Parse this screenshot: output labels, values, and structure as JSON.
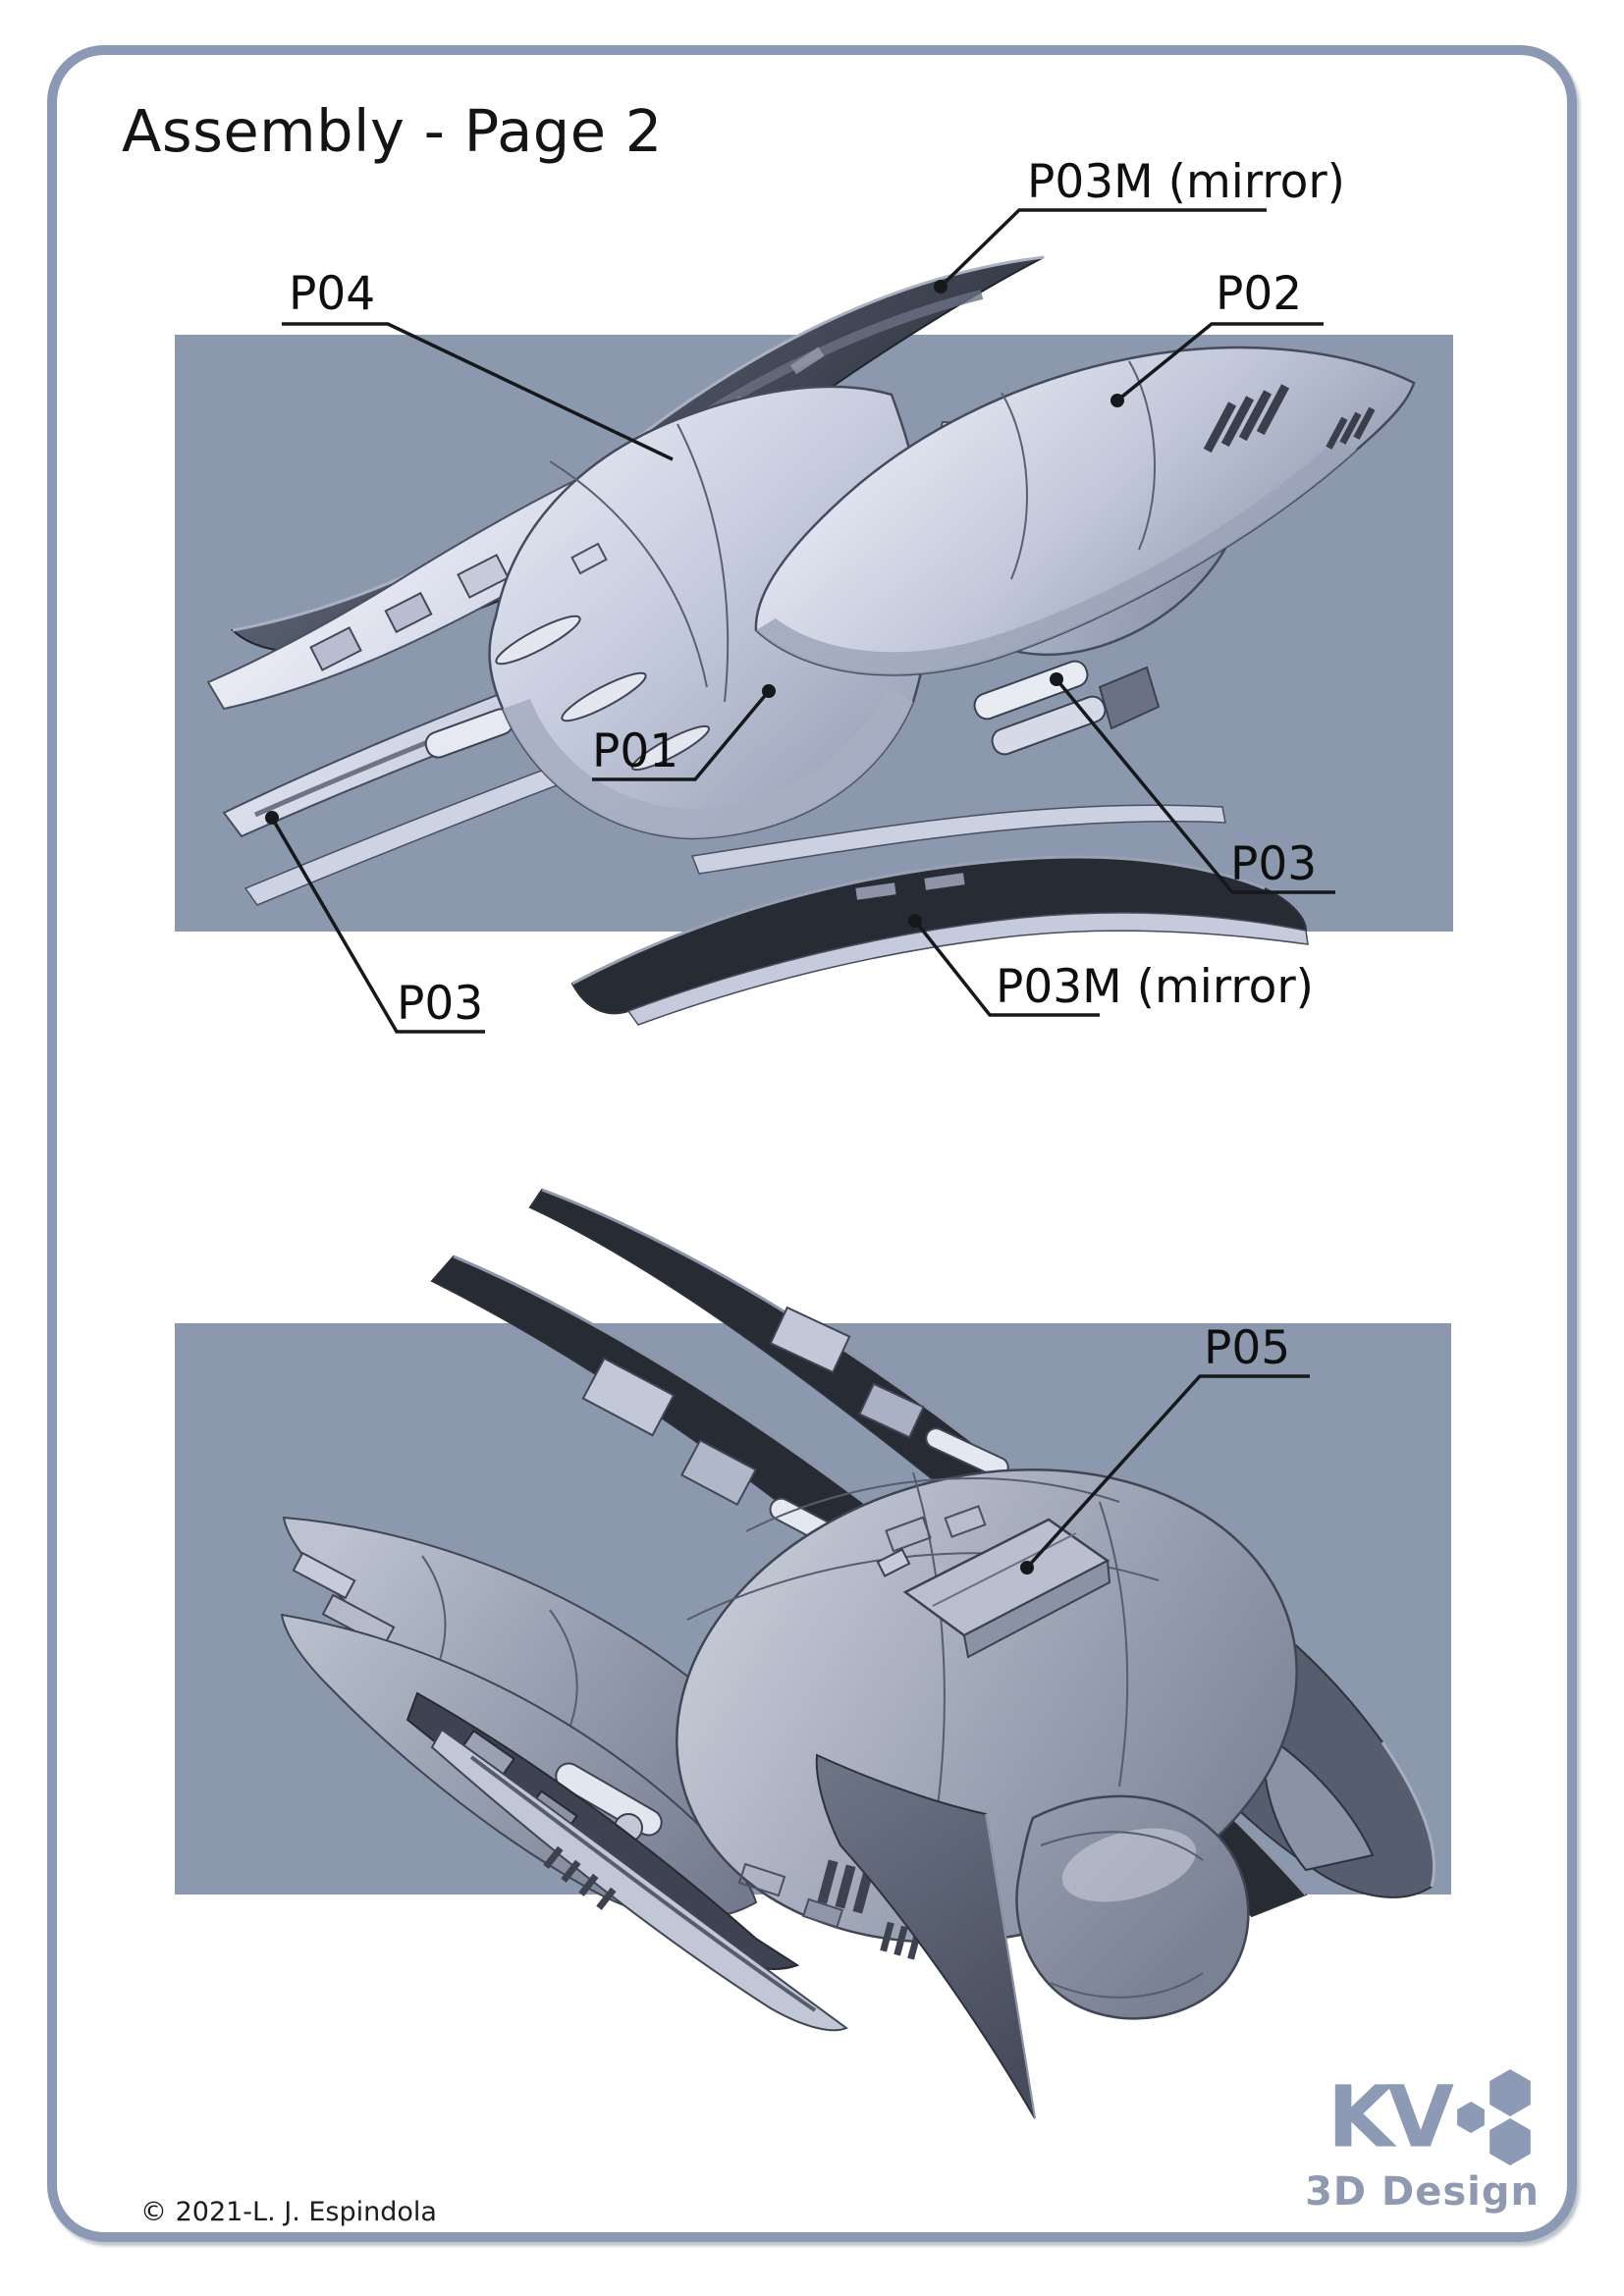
{
  "page": {
    "title": "Assembly - Page 2",
    "copyright": "© 2021-L. J. Espindola"
  },
  "logo": {
    "brand": "KV",
    "subtitle": "3D Design"
  },
  "colors": {
    "frame_border": "#8b99b4",
    "panel_background": "#8c98ad",
    "callout_text": "#0f0f10",
    "leader_line": "#16181c",
    "hull_light": "#c9cfe1",
    "hull_dark": "#3f4450",
    "accent_red": "#b23a31",
    "logo": "#8c9ab6"
  },
  "figures": [
    {
      "name": "exploded-view",
      "callouts": [
        {
          "text": "P03M (mirror)"
        },
        {
          "text": "P04"
        },
        {
          "text": "P02"
        },
        {
          "text": "P01"
        },
        {
          "text": "P03"
        },
        {
          "text": "P03"
        },
        {
          "text": "P03M (mirror)"
        }
      ]
    },
    {
      "name": "assembled-view",
      "callouts": [
        {
          "text": "P05"
        }
      ]
    }
  ]
}
